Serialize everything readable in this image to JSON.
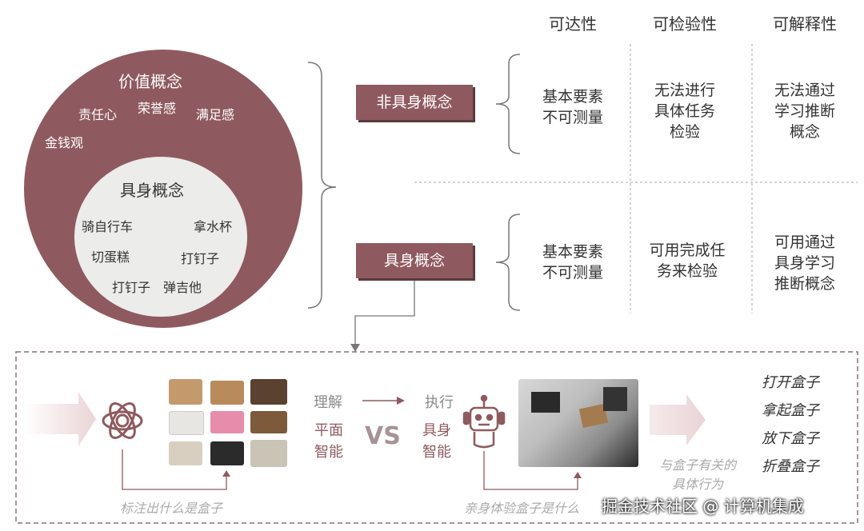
{
  "table": {
    "headers": [
      "可达性",
      "可检验性",
      "可解释性"
    ],
    "row_non_embodied": {
      "label": "非具身概念",
      "cells": [
        "基本要素\n不可测量",
        "无法进行\n具体任务\n检验",
        "无法通过\n学习推断\n概念"
      ]
    },
    "row_embodied": {
      "label": "具身概念",
      "cells": [
        "基本要素\n不可测量",
        "可用完成任\n务来检验",
        "可用通过\n具身学习\n推断概念"
      ]
    }
  },
  "circle": {
    "outer_title": "价值概念",
    "outer_items": [
      "责任心",
      "荣誉感",
      "满足感",
      "金钱观"
    ],
    "inner_title": "具身概念",
    "inner_items": [
      "骑自行车",
      "拿水杯",
      "切蛋糕",
      "打钉子",
      "打钉子",
      "弹吉他"
    ]
  },
  "bottom": {
    "understand_label": "理解",
    "planar_intelligence": [
      "平面",
      "智能"
    ],
    "vs": "VS",
    "execute_label": "执行",
    "embodied_intelligence": [
      "具身",
      "智能"
    ],
    "annotate_caption": "标注出什么是盒子",
    "experience_caption": "亲身体验盒子是什么",
    "box_behavior_caption": "与盒子有关的\n具体行为",
    "actions": [
      "打开盒子",
      "拿起盒子",
      "放下盒子",
      "折叠盒子"
    ]
  },
  "watermark": "掘金技术社区 @ 计算机集成",
  "colors": {
    "accent": "#8f5a5f",
    "accent_dark": "#5a3a3d"
  },
  "icons": {
    "chatgpt": "openai-logo-icon",
    "robot": "robot-icon"
  }
}
